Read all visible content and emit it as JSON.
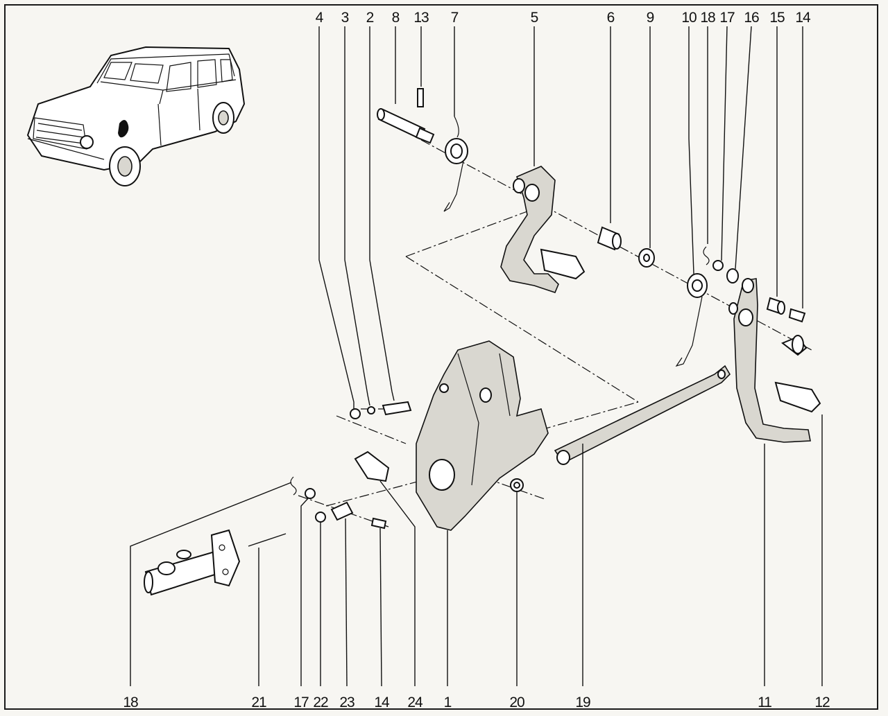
{
  "diagram": {
    "top_callouts": [
      "4",
      "3",
      "2",
      "8",
      "13",
      "7",
      "5",
      "6",
      "9",
      "10",
      "18",
      "17",
      "16",
      "15",
      "14"
    ],
    "bottom_callouts": [
      "18",
      "21",
      "17",
      "22",
      "23",
      "14",
      "24",
      "1",
      "20",
      "19",
      "11",
      "12"
    ]
  },
  "icons": {
    "car": "renault-4-car-icon",
    "bracket": "pedal-bracket-part",
    "pedal": "pedal-lever-part"
  }
}
